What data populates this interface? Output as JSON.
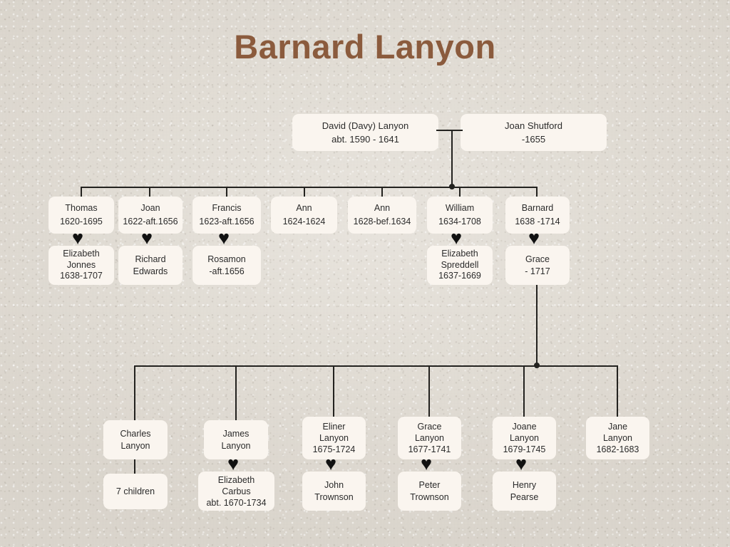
{
  "title": "Barnard Lanyon",
  "colors": {
    "background": "#e3dfd7",
    "box_fill": "#faf5ef",
    "title_brown": "#8b5b3d",
    "line_black": "#23221f"
  },
  "icons": {
    "marriage": "heart-icon",
    "glyph": "♥"
  },
  "chart_data": {
    "type": "diagram",
    "subtype": "family-tree",
    "generations": 3
  },
  "generation1": {
    "father": {
      "name": "David (Davy) Lanyon",
      "dates": "abt. 1590 - 1641"
    },
    "mother": {
      "name": "Joan Shutford",
      "dates": "-1655"
    }
  },
  "generation2": [
    {
      "name": "Thomas",
      "dates": "1620-1695",
      "married": true,
      "spouse_lines": [
        "Elizabeth",
        "Jonnes",
        "1638-1707"
      ]
    },
    {
      "name": "Joan",
      "dates": "1622-aft.1656",
      "married": true,
      "spouse_lines": [
        "Richard",
        "Edwards"
      ]
    },
    {
      "name": "Francis",
      "dates": "1623-aft.1656",
      "married": true,
      "spouse_lines": [
        "Rosamon",
        "",
        "-aft.1656"
      ]
    },
    {
      "name": "Ann",
      "dates": "1624-1624",
      "married": false,
      "spouse_lines": []
    },
    {
      "name": "Ann",
      "dates": "1628-bef.1634",
      "married": false,
      "spouse_lines": []
    },
    {
      "name": "William",
      "dates": "1634-1708",
      "married": true,
      "spouse_lines": [
        "Elizabeth",
        "Spreddell",
        "1637-1669"
      ]
    },
    {
      "name": "Barnard",
      "dates": "1638 -1714",
      "married": true,
      "spouse_lines": [
        "Grace",
        "- 1717"
      ]
    }
  ],
  "generation3": [
    {
      "lines": [
        "Charles",
        "Lanyon"
      ],
      "link": "line",
      "child_lines": [
        "7 children"
      ]
    },
    {
      "lines": [
        "James",
        "Lanyon"
      ],
      "link": "heart",
      "child_lines": [
        "Elizabeth",
        "Carbus",
        "abt. 1670-1734"
      ]
    },
    {
      "lines": [
        "Eliner",
        "Lanyon",
        "1675-1724"
      ],
      "link": "heart",
      "child_lines": [
        "John",
        "Trownson"
      ]
    },
    {
      "lines": [
        "Grace",
        "Lanyon",
        "1677-1741"
      ],
      "link": "heart",
      "child_lines": [
        "Peter",
        "Trownson"
      ]
    },
    {
      "lines": [
        "Joane",
        "Lanyon",
        "1679-1745"
      ],
      "link": "heart",
      "child_lines": [
        "Henry",
        "Pearse"
      ]
    },
    {
      "lines": [
        "Jane",
        "Lanyon",
        "1682-1683"
      ],
      "link": "none",
      "child_lines": []
    }
  ]
}
